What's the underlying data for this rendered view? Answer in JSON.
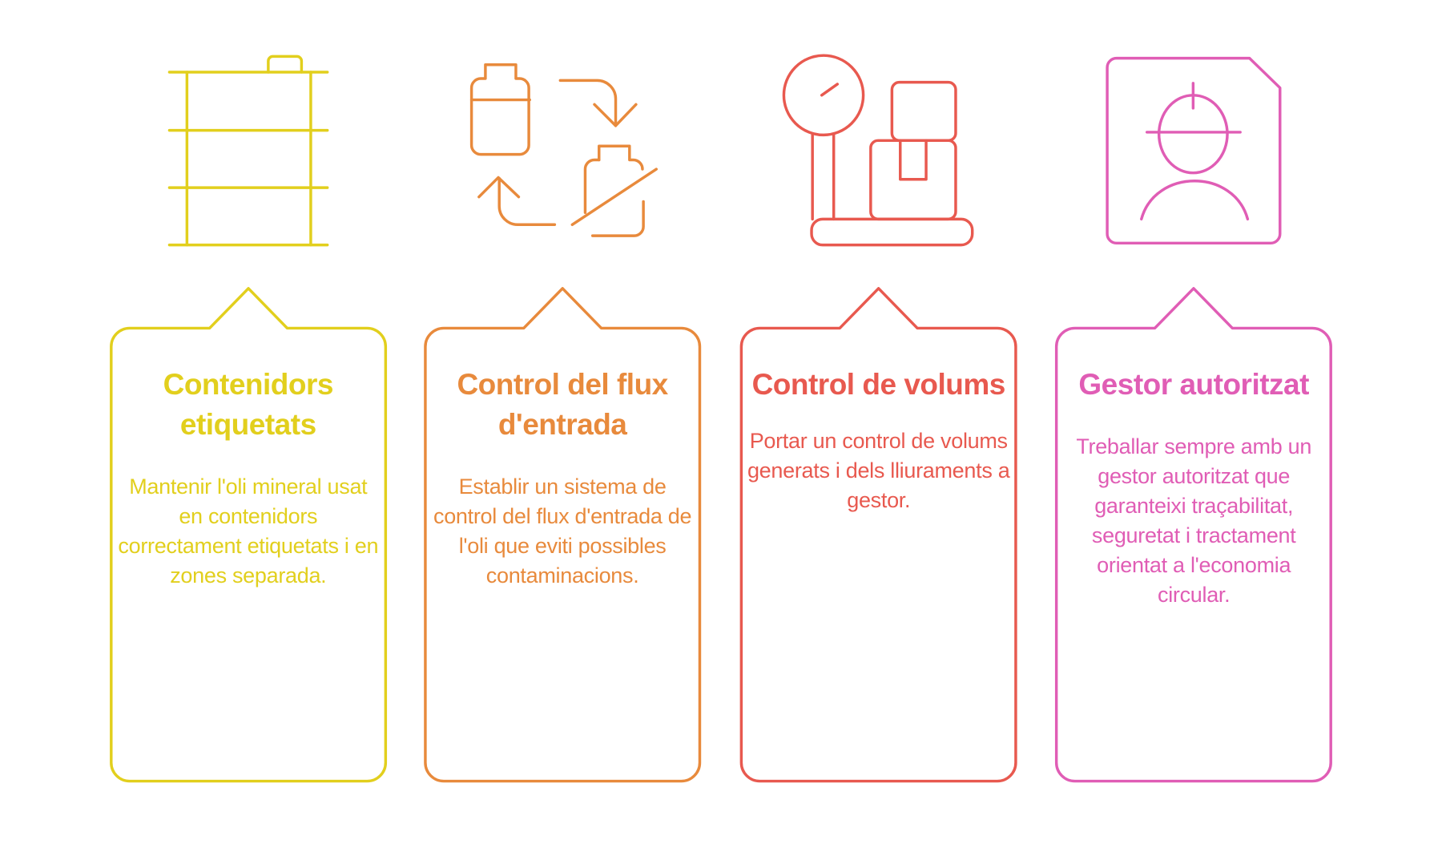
{
  "colors": {
    "yellow": "#e2cf1d",
    "orange": "#e88a3c",
    "red": "#e8594f",
    "pink": "#e05db5"
  },
  "cards": [
    {
      "icon": "oil-barrel-icon",
      "title": "Contenidors etiquetats",
      "body": "Mantenir l'oli mineral usat en contenidors correctament etiquetats i en zones separada."
    },
    {
      "icon": "oil-flow-cycle-icon",
      "title": "Control del flux d'entrada",
      "body": "Establir un sistema de control del flux d'entrada de l'oli que eviti possibles contaminacions."
    },
    {
      "icon": "weighing-scale-icon",
      "title": "Control de volums",
      "body": "Portar un control de volums generats i dels lliuraments a gestor."
    },
    {
      "icon": "authorized-worker-icon",
      "title": "Gestor autoritzat",
      "body": "Treballar sempre amb un gestor autoritzat que garanteixi traçabilitat, seguretat i tractament orientat a l'economia circular."
    }
  ]
}
